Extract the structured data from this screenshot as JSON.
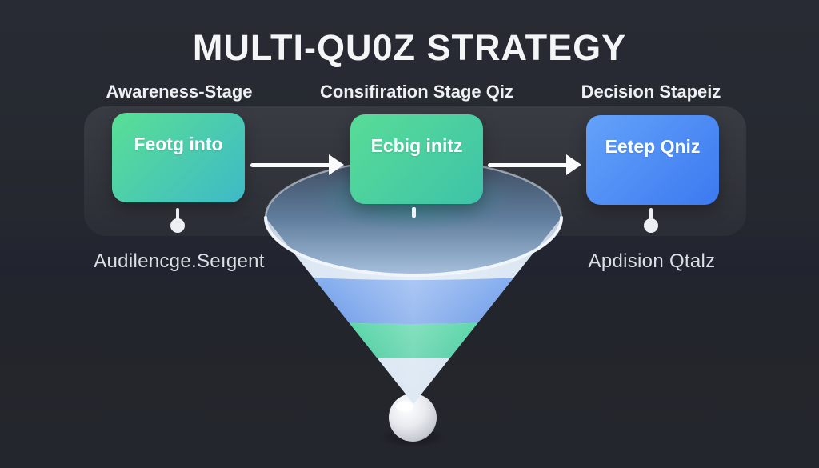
{
  "title": "MULTI-QU0Z STRATEGY",
  "stages": [
    {
      "header": "Awareness-Stage",
      "box_label": "Feotg into",
      "footer": "Audilencge.Seıgent"
    },
    {
      "header": "Consifiration Stage Qiz",
      "box_label": "Ecbig initz",
      "footer": ""
    },
    {
      "header": "Decision Stapeiz",
      "box_label": "Eetep Qniz",
      "footer": "Apdision Qtalz"
    }
  ],
  "funnel": {
    "description": "inverted cone funnel with colored bands ending in a sphere",
    "bands": [
      {
        "name": "light-band",
        "color": "#dbe7f4"
      },
      {
        "name": "blue-band",
        "color": "#7da8ec"
      },
      {
        "name": "green-band",
        "color": "#4bd0a0"
      },
      {
        "name": "tip-band",
        "color": "#d6e4f2"
      }
    ],
    "sphere_color": "#e9ebef"
  },
  "colors": {
    "background": "#24272e",
    "box_green_start": "#5adf95",
    "box_green_end": "#3dbac7",
    "box_green2_start": "#58dc97",
    "box_green2_end": "#3ec3a9",
    "box_blue_start": "#64a2fa",
    "box_blue_end": "#3c79f0",
    "arrow": "#fafbfc"
  }
}
